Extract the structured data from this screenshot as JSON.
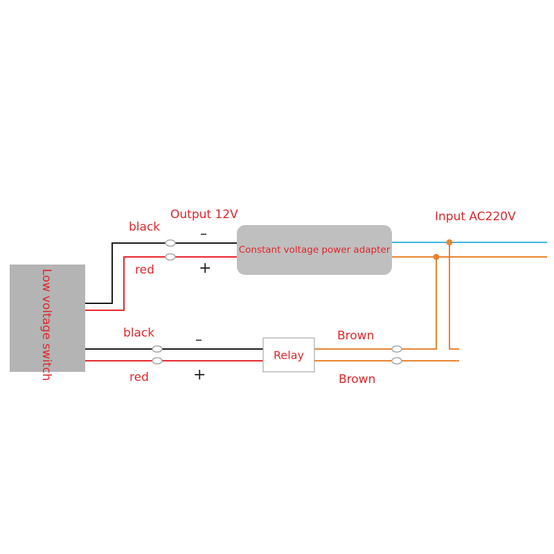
{
  "colors": {
    "label_red": "#e0252b",
    "wire_black": "#1a1a1a",
    "wire_red": "#e8262c",
    "wire_brown": "#e8832e",
    "wire_blue": "#38b6e8",
    "box_gray": "#b4b4b4",
    "adapter_gray": "#bfbfbf",
    "connector_stroke": "#a8a8a8"
  },
  "components": {
    "low_voltage_switch": "Low voltage switch",
    "adapter": "Constant voltage power adapter",
    "relay": "Relay"
  },
  "labels": {
    "output": "Output 12V",
    "input": "Input AC220V",
    "top_black": "black",
    "top_red": "red",
    "top_minus": "–",
    "top_plus": "+",
    "bottom_black": "black",
    "bottom_red": "red",
    "bottom_minus": "–",
    "bottom_plus": "+",
    "brown_top": "Brown",
    "brown_bottom": "Brown"
  }
}
